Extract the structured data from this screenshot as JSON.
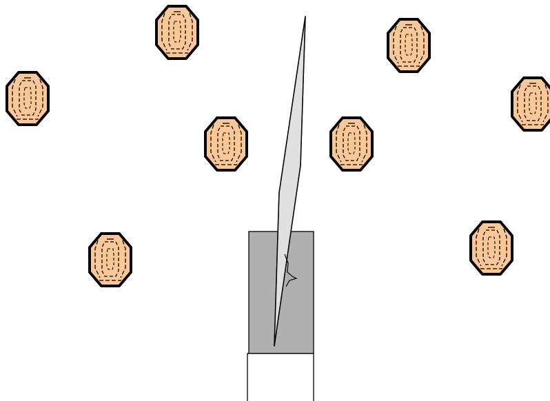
{
  "colors": {
    "background": "#ffffff",
    "target_fill": "#f9c896",
    "target_outline": "#000000",
    "shooter_box_fill": "#b0b0b0",
    "base_box_fill": "#ffffff",
    "beam_fill": "#e0e0e0",
    "stroke": "#000000"
  },
  "targets": [
    {
      "name": "target-top-left-center",
      "icon": "octagon-target-icon"
    },
    {
      "name": "target-top-right-center",
      "icon": "octagon-target-icon"
    },
    {
      "name": "target-far-left",
      "icon": "octagon-target-icon"
    },
    {
      "name": "target-far-right",
      "icon": "octagon-target-icon"
    },
    {
      "name": "target-middle-left",
      "icon": "octagon-target-icon"
    },
    {
      "name": "target-middle-right",
      "icon": "octagon-target-icon"
    },
    {
      "name": "target-lower-left",
      "icon": "octagon-target-icon"
    },
    {
      "name": "target-lower-right",
      "icon": "octagon-target-icon"
    }
  ],
  "shooter": {
    "icon": "launcher-box-icon"
  },
  "beam": {
    "icon": "aim-beam-icon"
  }
}
